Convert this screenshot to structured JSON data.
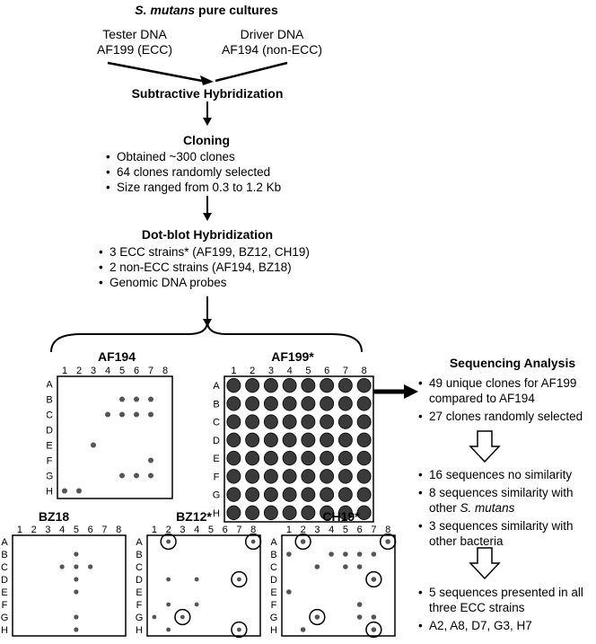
{
  "header": {
    "species": "S. mutans",
    "suffix": "pure cultures"
  },
  "tester": {
    "line1": "Tester DNA",
    "line2": "AF199 (ECC)"
  },
  "driver": {
    "line1": "Driver DNA",
    "line2": "AF194 (non-ECC)"
  },
  "subtractive": "Subtractive Hybridization",
  "cloning": {
    "title": "Cloning",
    "items": [
      "Obtained ~300 clones",
      "64 clones randomly selected",
      "Size ranged from 0.3 to 1.2 Kb"
    ]
  },
  "dotblot": {
    "title": "Dot-blot Hybridization",
    "items": [
      "3 ECC strains* (AF199, BZ12, CH19)",
      "2 non-ECC strains (AF194, BZ18)",
      "Genomic DNA probes"
    ]
  },
  "blots": {
    "columns": [
      "1",
      "2",
      "3",
      "4",
      "5",
      "6",
      "7",
      "8"
    ],
    "rows": [
      "A",
      "B",
      "C",
      "D",
      "E",
      "F",
      "G",
      "H"
    ],
    "af194": {
      "title": "AF194",
      "dots": [
        "B5",
        "B6",
        "B7",
        "C4",
        "C5",
        "C6",
        "C7",
        "E3",
        "G5",
        "G6",
        "G7",
        "F7",
        "H1",
        "H2"
      ]
    },
    "af199": {
      "title": "AF199*"
    },
    "bz18": {
      "title": "BZ18",
      "dots": [
        "B5",
        "C4",
        "C6",
        "D5",
        "E5",
        "G5",
        "H5",
        "C5"
      ]
    },
    "bz12": {
      "title": "BZ12*",
      "dots": [
        "A2",
        "A8",
        "D2",
        "D4",
        "D7",
        "F2",
        "F4",
        "G1",
        "G3",
        "H2",
        "H7"
      ],
      "circled": [
        "A2",
        "A8",
        "D7",
        "G3",
        "H7"
      ]
    },
    "ch19": {
      "title": "CH19*",
      "dots": [
        "A2",
        "A8",
        "B1",
        "B4",
        "B5",
        "B6",
        "B7",
        "C3",
        "C5",
        "C6",
        "D7",
        "E1",
        "F6",
        "G3",
        "G6",
        "G7",
        "H7",
        "H2"
      ],
      "circled": [
        "A2",
        "A8",
        "D7",
        "G3",
        "H7"
      ]
    }
  },
  "sequencing": {
    "title": "Sequencing Analysis",
    "group1": [
      "49 unique clones for AF199 compared to AF194",
      "27 clones randomly selected"
    ],
    "group2": [
      "16 sequences no similarity",
      "8 sequences similarity with other",
      "3 sequences similarity with other bacteria"
    ],
    "group2_italic": "S. mutans",
    "group3": [
      "5 sequences presented in all three ECC strains",
      "A2, A8, D7, G3, H7"
    ]
  }
}
